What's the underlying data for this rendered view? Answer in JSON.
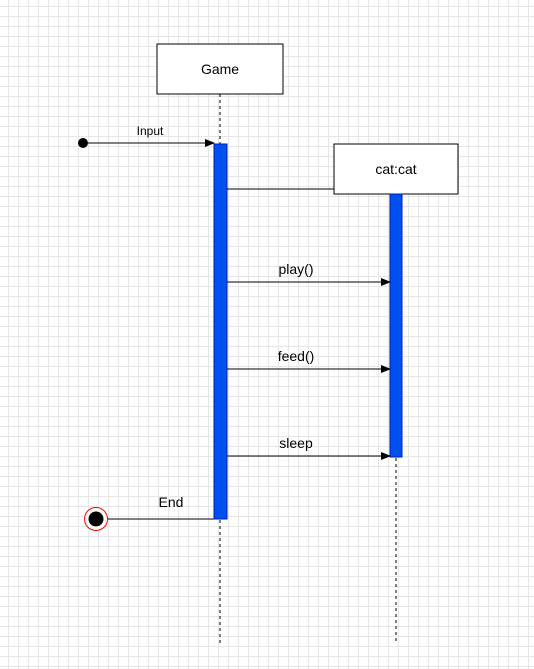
{
  "lifelines": {
    "game": {
      "label": "Game"
    },
    "cat": {
      "label": "cat:cat"
    }
  },
  "messages": {
    "input": "Input",
    "play": "play()",
    "feed": "feed()",
    "sleep": "sleep",
    "end": "End"
  },
  "colors": {
    "activation": "#0050ef",
    "line": "#000000",
    "end_ring": "#ff0000",
    "grid": "#e6e6e6"
  }
}
